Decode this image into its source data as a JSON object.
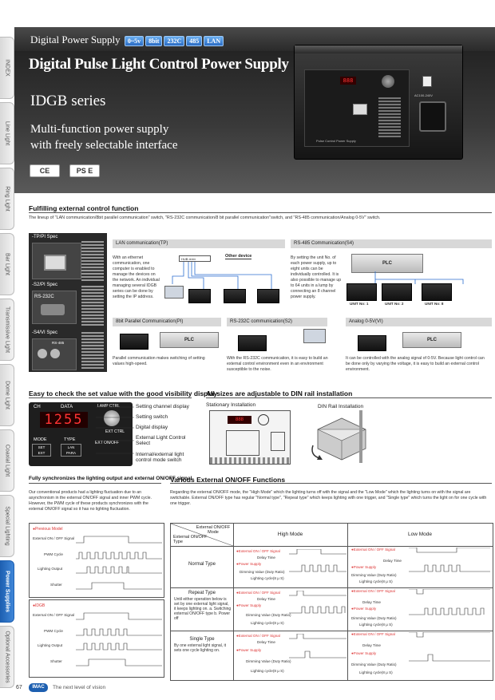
{
  "sidebar": {
    "tabs": [
      {
        "label": "INDEX"
      },
      {
        "label": "Line Light"
      },
      {
        "label": "Ring Light"
      },
      {
        "label": "Bar Light"
      },
      {
        "label": "Transmissive Light"
      },
      {
        "label": "Dome Light"
      },
      {
        "label": "Coaxial Light"
      },
      {
        "label": "Special Lighting"
      },
      {
        "label": "Power Supplies"
      },
      {
        "label": "Optional Accessories"
      }
    ],
    "active_index": 8
  },
  "hero": {
    "category": "Digital Power Supply",
    "badges": [
      "0~5v",
      "8bit",
      "232C",
      "485",
      "LAN"
    ],
    "title": "Digital Pulse Light Control Power Supply",
    "series": "IDGB series",
    "tagline_1": "Multi-function power supply",
    "tagline_2": "with freely selectable interface",
    "cert_1": "CE",
    "cert_2": "PS E",
    "device_label": "Pulse Control Power Supply",
    "device_switch": "AC100-240V"
  },
  "external_control": {
    "title": "Fulfilling external control function",
    "intro": "The lineup of \"LAN communication/8bit parallel communication\" switch, \"RS-232C communication/8 bit parallel communication\"switch, and \"RS-485 communication/Analog 0-5V\" switch.",
    "specs": [
      {
        "label": "-TP/PI Spec"
      },
      {
        "label": "-S2/PI Spec",
        "port": "RS-232C"
      },
      {
        "label": "-S4/VI Spec",
        "port": "RS-485"
      }
    ],
    "lan": {
      "header": "LAN communication(TP)",
      "text": "With an ethernet communication, one computer is enabled to manage the devices on the network. An individual managing several IDGB series can be done by setting the IP address.",
      "hub": "HUB",
      "other_device": "Other device"
    },
    "rs485": {
      "header": "RS-485 Communication(S4)",
      "text": "By setting the unit No. of each power supply, up to eight units can be individually controlled. It is also possible to manage up to 64 units in a lump by connecting an 8 channel power supply.",
      "plc": "PLC",
      "units": [
        "UNIT No: 1",
        "UNIT No: 2",
        "UNIT No: 8"
      ]
    },
    "parallel": {
      "header": "8bit Parallel Communication(PI)",
      "text": "Parallel communication makes switching of setting values high-speed.",
      "plc": "PLC"
    },
    "rs232": {
      "header": "RS-232C communication(S2)",
      "text": "With the RS-232C communication, it is easy to build an external control environment even in an environment susceptible to the noise."
    },
    "analog": {
      "header": "Analog 0-5V(VI)",
      "text": "It can be controlled with the analog signal of 0-5V. Because light control can be done only by varying the voltage, it is easy to build an external control environment.",
      "plc": "PLC"
    }
  },
  "visibility": {
    "title": "Easy to check the set value with the good visibility display",
    "panel_ch": "CH",
    "panel_data": "DATA",
    "panel_digits": "1255",
    "panel_lamp": "LAMP CTRL",
    "panel_mode": "MODE",
    "panel_set": "SET",
    "panel_ext": "EXT",
    "panel_type": "TYPE",
    "panel_lan": "LAN",
    "panel_para": "PARA",
    "panel_ext_ctrl": "EXT CTRL",
    "panel_ext_onoff": "EXT ON/OFF",
    "callouts": [
      "Setting channel display",
      "Setting switch",
      "Digital display",
      "External Light Control Select",
      "Internal/external light control mode switch"
    ]
  },
  "din_rail": {
    "title": "All sizes are adjustable to DIN rail installation",
    "stationary": "Stationary Installation",
    "din": "DIN Rail Installation"
  },
  "sync": {
    "title": "Fully synchronizes the lighting output and external ON/OFF signal",
    "text": "Our conventional products had a lighting fluctuation due to an asynchronism in the external ON/OFF signal and inner PWM cycle. However, the PWM cycle of these products synchronizes with the external ON/OFF signal so it has no lighting fluctuation.",
    "previous_label": "Previous Model",
    "idgb_label": "IDGB",
    "signals": [
      "External ON / OFF Signal",
      "PWM Cycle",
      "Lighting Output",
      "Shutter"
    ]
  },
  "onoff": {
    "title": "Various External ON/OFF Functions",
    "text": "Regarding the external ON/OFF mode, the \"High Mode\" which the lighting turns off with the signal and the \"Low Mode\" which the lighting turns on with the signal are switchable. External ON/OFF type has regular \"Normal type\", \"Repeat type\" which keeps lighting with one trigger, and \"Single type\" which turns the light on for one cycle with one trigger.",
    "head_mode": "External ON/OFF Mode",
    "head_type": "External ON/OFF Type",
    "col_high": "High Mode",
    "col_low": "Low Mode",
    "rows": [
      {
        "name": "Normal Type",
        "desc": ""
      },
      {
        "name": "Repeat Type",
        "desc": "Until either operation below is set by one external light signal, it keeps lighting on. a. Switching external ON/OFF type b. Power off"
      },
      {
        "name": "Single Type",
        "desc": "By one external light signal, it sets one cycle lighting on."
      }
    ],
    "cell_signal": "External ON / OFF Signal",
    "cell_delay": "Delay Time",
    "cell_power": "Power Supply",
    "cell_dimming": "Dimming Value (Duty Ratio)",
    "cell_cycle": "Lighting cycle(8 μ S)"
  },
  "footer": {
    "page": "67",
    "brand": "IMAC",
    "slogan": "The next level of vision"
  },
  "colors": {
    "accent": "#1d5fb0",
    "signal_red": "#d33333",
    "hero_dark": "#2a2a2a"
  }
}
